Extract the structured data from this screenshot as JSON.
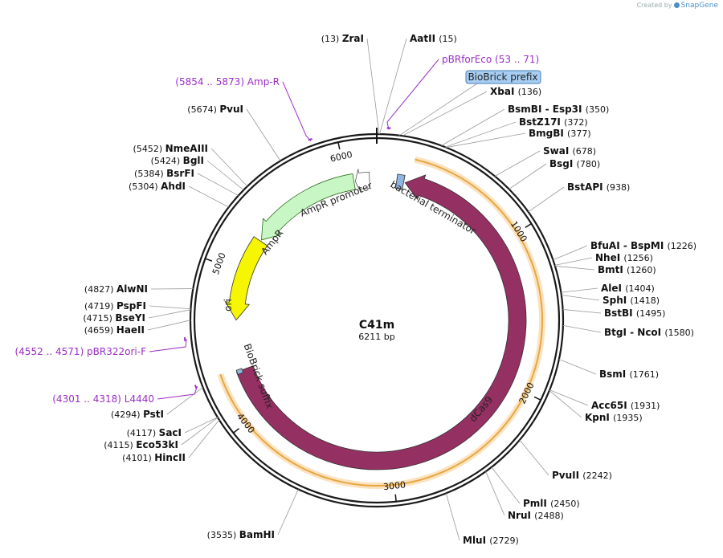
{
  "credit": {
    "prefix": "Created by",
    "brand": "SnapGene"
  },
  "plasmid": {
    "name": "C41m",
    "size_label": "6211 bp",
    "length": 6211
  },
  "colors": {
    "dcas9": "#953062",
    "ori": "#f6f600",
    "ampr": "#c8f7c5",
    "ampr_edge": "#2d6e1d",
    "terminator": "#8fb6df",
    "biobrick": "#8fb6df",
    "orf": "#e8a640",
    "primer": "#9b2dc8",
    "backbone": "#1a1a1a"
  },
  "ticks": [
    {
      "label": "1000",
      "pos": 1000
    },
    {
      "label": "2000",
      "pos": 2000
    },
    {
      "label": "3000",
      "pos": 3000
    },
    {
      "label": "4000",
      "pos": 4000
    },
    {
      "label": "5000",
      "pos": 5000
    },
    {
      "label": "6000",
      "pos": 6000
    }
  ],
  "features": [
    {
      "id": "dcas9",
      "label": "dCas9",
      "start": 200,
      "end": 4310,
      "direction": "reverse",
      "color": "#953062"
    },
    {
      "id": "ori",
      "label": "ori",
      "start": 4660,
      "end": 5250,
      "direction": "reverse",
      "color": "#f6f600"
    },
    {
      "id": "ampr",
      "label": "AmpR",
      "start": 5260,
      "end": 6050,
      "direction": "reverse",
      "color": "#c8f7c5"
    },
    {
      "id": "ampr_promoter",
      "label": "AmpR promoter",
      "start": 6060,
      "end": 6160,
      "direction": "reverse",
      "color": "#ffffff"
    },
    {
      "id": "bacterial_terminator",
      "label": "bacterial terminator",
      "start": 140,
      "end": 190,
      "direction": "forward",
      "color": "#8fb6df"
    },
    {
      "id": "biobrick_suffix",
      "label": "BioBrick suffix",
      "start": 4290,
      "end": 4320,
      "direction": "forward",
      "color": "#8fb6df"
    }
  ],
  "orf": {
    "start": 230,
    "end": 4330
  },
  "sites": [
    {
      "name": "ZraI",
      "pos_label": "(13)",
      "pos": 13
    },
    {
      "name": "AatII",
      "pos_label": "(15)",
      "pos": 15
    },
    {
      "name": "XbaI",
      "pos_label": "(136)",
      "pos": 136
    },
    {
      "name": "BsmBI  -  Esp3I",
      "pos_label": "(350)",
      "pos": 350
    },
    {
      "name": "BstZ17I",
      "pos_label": "(372)",
      "pos": 372
    },
    {
      "name": "BmgBI",
      "pos_label": "(377)",
      "pos": 377
    },
    {
      "name": "SwaI",
      "pos_label": "(678)",
      "pos": 678
    },
    {
      "name": "BsgI",
      "pos_label": "(780)",
      "pos": 780
    },
    {
      "name": "BstAPI",
      "pos_label": "(938)",
      "pos": 938
    },
    {
      "name": "BfuAI  -  BspMI",
      "pos_label": "(1226)",
      "pos": 1226
    },
    {
      "name": "NheI",
      "pos_label": "(1256)",
      "pos": 1256
    },
    {
      "name": "BmtI",
      "pos_label": "(1260)",
      "pos": 1260
    },
    {
      "name": "AleI",
      "pos_label": "(1404)",
      "pos": 1404
    },
    {
      "name": "SphI",
      "pos_label": "(1418)",
      "pos": 1418
    },
    {
      "name": "BstBI",
      "pos_label": "(1495)",
      "pos": 1495
    },
    {
      "name": "BtgI  -  NcoI",
      "pos_label": "(1580)",
      "pos": 1580
    },
    {
      "name": "BsmI",
      "pos_label": "(1761)",
      "pos": 1761
    },
    {
      "name": "Acc65I",
      "pos_label": "(1931)",
      "pos": 1931
    },
    {
      "name": "KpnI",
      "pos_label": "(1935)",
      "pos": 1935
    },
    {
      "name": "PvuII",
      "pos_label": "(2242)",
      "pos": 2242
    },
    {
      "name": "PmlI",
      "pos_label": "(2450)",
      "pos": 2450
    },
    {
      "name": "NruI",
      "pos_label": "(2488)",
      "pos": 2488
    },
    {
      "name": "MluI",
      "pos_label": "(2729)",
      "pos": 2729
    },
    {
      "name": "BamHI",
      "pos_label": "(3535)",
      "pos": 3535
    },
    {
      "name": "HincII",
      "pos_label": "(4101)",
      "pos": 4101
    },
    {
      "name": "Eco53kI",
      "pos_label": "(4115)",
      "pos": 4115
    },
    {
      "name": "SacI",
      "pos_label": "(4117)",
      "pos": 4117
    },
    {
      "name": "PstI",
      "pos_label": "(4294)",
      "pos": 4294
    },
    {
      "name": "HaeII",
      "pos_label": "(4659)",
      "pos": 4659
    },
    {
      "name": "BseYI",
      "pos_label": "(4715)",
      "pos": 4715
    },
    {
      "name": "PspFI",
      "pos_label": "(4719)",
      "pos": 4719
    },
    {
      "name": "AlwNI",
      "pos_label": "(4827)",
      "pos": 4827
    },
    {
      "name": "AhdI",
      "pos_label": "(5304)",
      "pos": 5304
    },
    {
      "name": "BsrFI",
      "pos_label": "(5384)",
      "pos": 5384
    },
    {
      "name": "BglI",
      "pos_label": "(5424)",
      "pos": 5424
    },
    {
      "name": "NmeAIII",
      "pos_label": "(5452)",
      "pos": 5452
    },
    {
      "name": "PvuI",
      "pos_label": "(5674)",
      "pos": 5674
    }
  ],
  "primers": [
    {
      "name": "pBRforEco",
      "range_label": "(53 .. 71)",
      "pos": 62
    },
    {
      "name": "Amp-R",
      "range_label": "(5854 .. 5873)",
      "pos": 5863
    },
    {
      "name": "pBR322ori-F",
      "range_label": "(4552 .. 4571)",
      "pos": 4561
    },
    {
      "name": "L4440",
      "range_label": "(4301 .. 4318)",
      "pos": 4310
    }
  ],
  "callout": {
    "label": "BioBrick prefix",
    "pos": 120
  }
}
